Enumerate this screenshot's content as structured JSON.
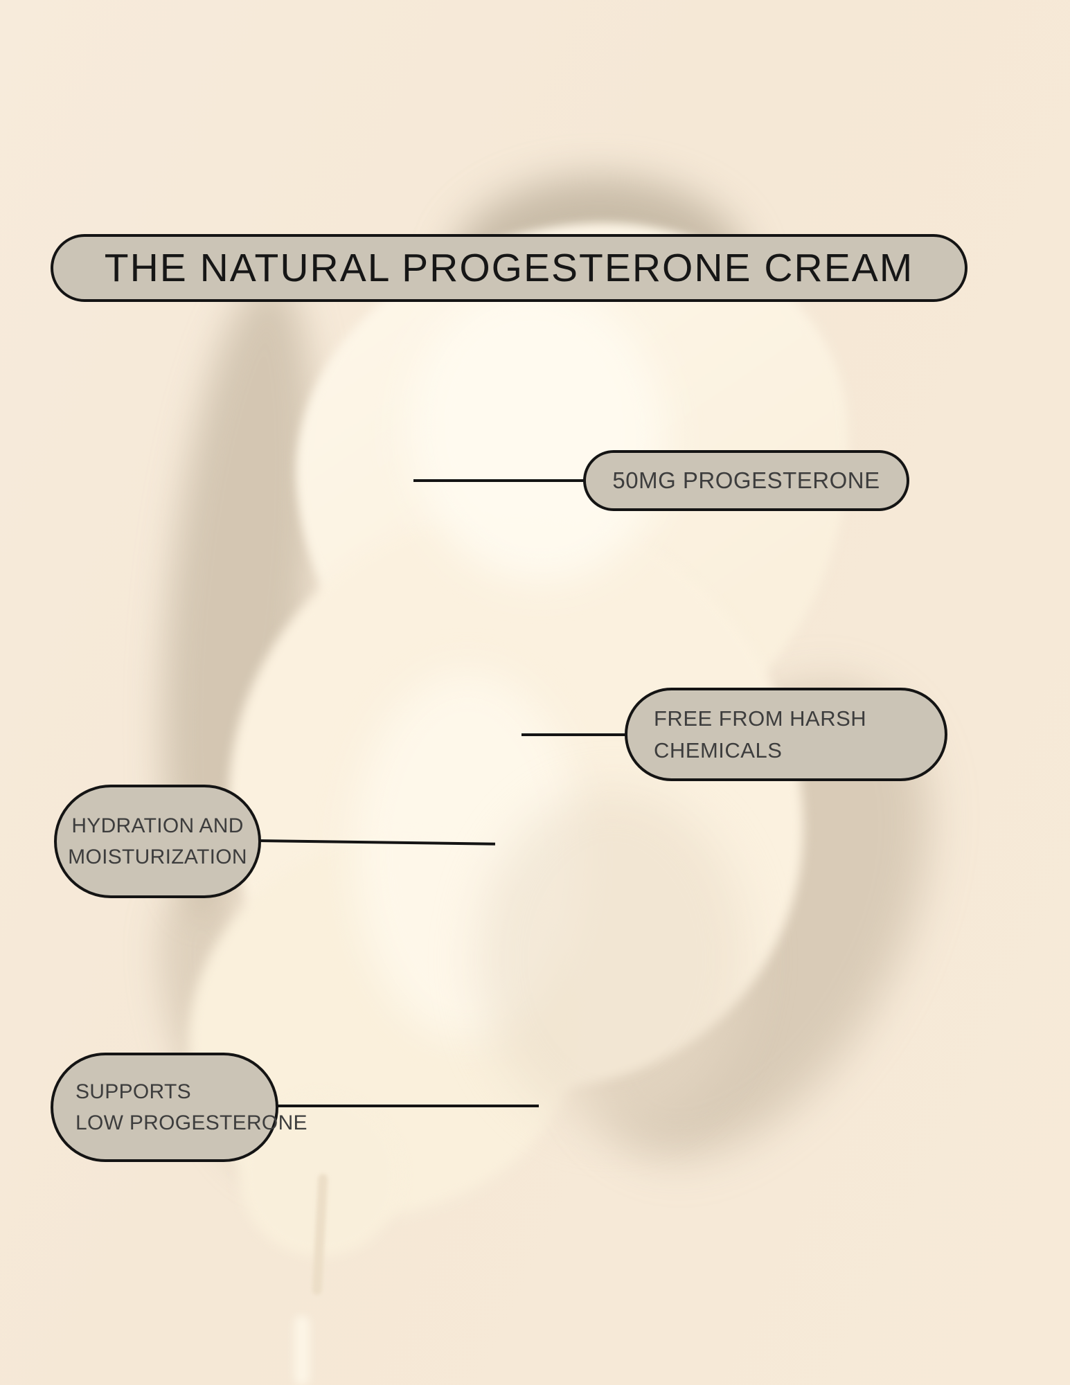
{
  "title": {
    "label": "THE NATURAL PROGESTERONE CREAM"
  },
  "callouts": [
    {
      "name": "progesterone-dose",
      "lines": [
        "50MG PROGESTERONE"
      ]
    },
    {
      "name": "free-from-harsh-chemicals",
      "lines": [
        "FREE FROM HARSH",
        "CHEMICALS"
      ]
    },
    {
      "name": "hydration-moisturization",
      "lines": [
        "HYDRATION AND",
        "MOISTURIZATION"
      ]
    },
    {
      "name": "supports-low-progesterone",
      "lines": [
        "SUPPORTS",
        "LOW PROGESTERONE"
      ]
    }
  ],
  "image": {
    "subject": "smear of natural progesterone cream on beige background"
  },
  "colors": {
    "background": "#f6e9d8",
    "pill_fill": "#cbc4b6",
    "pill_border": "#141414",
    "title_text": "#161616",
    "callout_text": "#3d3d3d",
    "cream": "#fbf1df",
    "cream_shadow": "#a49783"
  }
}
